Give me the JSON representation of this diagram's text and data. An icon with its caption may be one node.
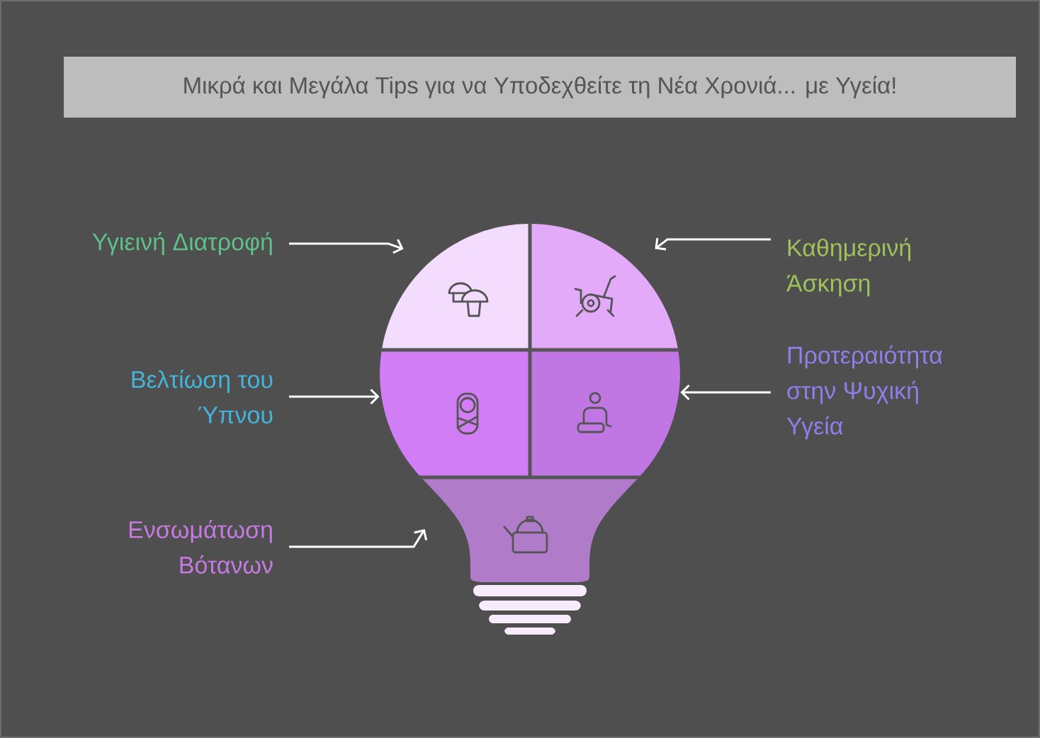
{
  "diagram": {
    "title": "Μικρά και Μεγάλα Tips για να Υποδεχθείτε τη Νέα Χρονιά... με Υγεία!",
    "nodes": [
      {
        "text": [
          "Υγιεινή Διατροφή"
        ]
      },
      {
        "text": [
          "Καθημερινή Άσκηση"
        ]
      },
      {
        "text": [
          "Βελτίωση του Ύπνου"
        ]
      },
      {
        "text": [
          "Προτεραιότητα στην Ψυχική Υγεία"
        ]
      },
      {
        "text": [
          "Ενσωμάτωση Βότανων"
        ]
      },
      {
        "text": [],
        "shape": "box"
      },
      {
        "text": [],
        "shape": "box"
      },
      {
        "text": [],
        "shape": "box"
      },
      {
        "text": [],
        "shape": "box"
      },
      {
        "text": [],
        "shape": "box"
      }
    ],
    "edges": [
      {
        "from": 0,
        "to": 5,
        "arrow": "to"
      },
      {
        "from": 1,
        "to": 6,
        "arrow": "to"
      },
      {
        "from": 2,
        "to": 7,
        "arrow": "to"
      },
      {
        "from": 3,
        "to": 8,
        "arrow": "to"
      },
      {
        "from": 4,
        "to": 9,
        "arrow": "to"
      }
    ]
  }
}
